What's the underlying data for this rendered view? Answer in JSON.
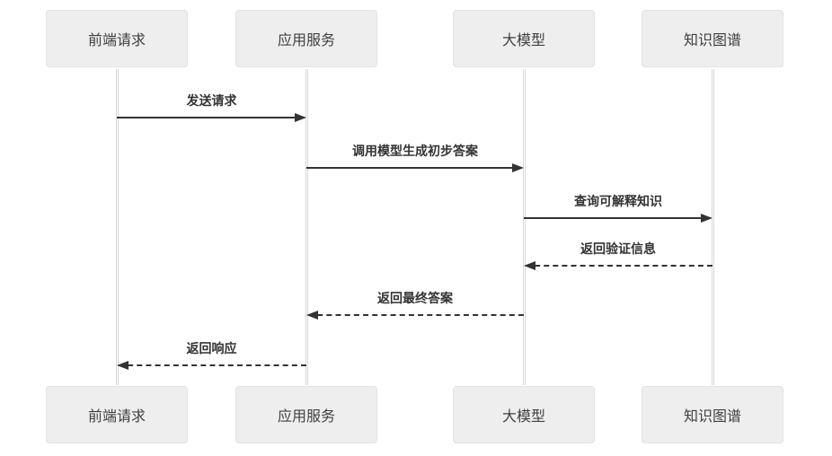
{
  "diagram": {
    "type": "sequence-diagram",
    "background": "#ffffff",
    "participants": [
      {
        "id": "frontend",
        "label": "前端请求"
      },
      {
        "id": "app-service",
        "label": "应用服务"
      },
      {
        "id": "llm",
        "label": "大模型"
      },
      {
        "id": "knowledge-graph",
        "label": "知识图谱"
      }
    ],
    "messages": [
      {
        "text": "发送请求",
        "from": "前端请求",
        "to": "应用服务",
        "line": "solid",
        "direction": "right"
      },
      {
        "text": "调用模型生成初步答案",
        "from": "应用服务",
        "to": "大模型",
        "line": "solid",
        "direction": "right"
      },
      {
        "text": "查询可解释知识",
        "from": "大模型",
        "to": "知识图谱",
        "line": "solid",
        "direction": "right"
      },
      {
        "text": "返回验证信息",
        "from": "知识图谱",
        "to": "大模型",
        "line": "dashed",
        "direction": "left"
      },
      {
        "text": "返回最终答案",
        "from": "大模型",
        "to": "应用服务",
        "line": "dashed",
        "direction": "left"
      },
      {
        "text": "返回响应",
        "from": "应用服务",
        "to": "前端请求",
        "line": "dashed",
        "direction": "left"
      }
    ],
    "colors": {
      "box_fill": "#eeeeee",
      "box_border": "#e3e3e3",
      "box_text": "#3f3f3f",
      "message_text": "#333333",
      "arrow": "#333333",
      "lifeline": "#d7d7d7"
    }
  }
}
